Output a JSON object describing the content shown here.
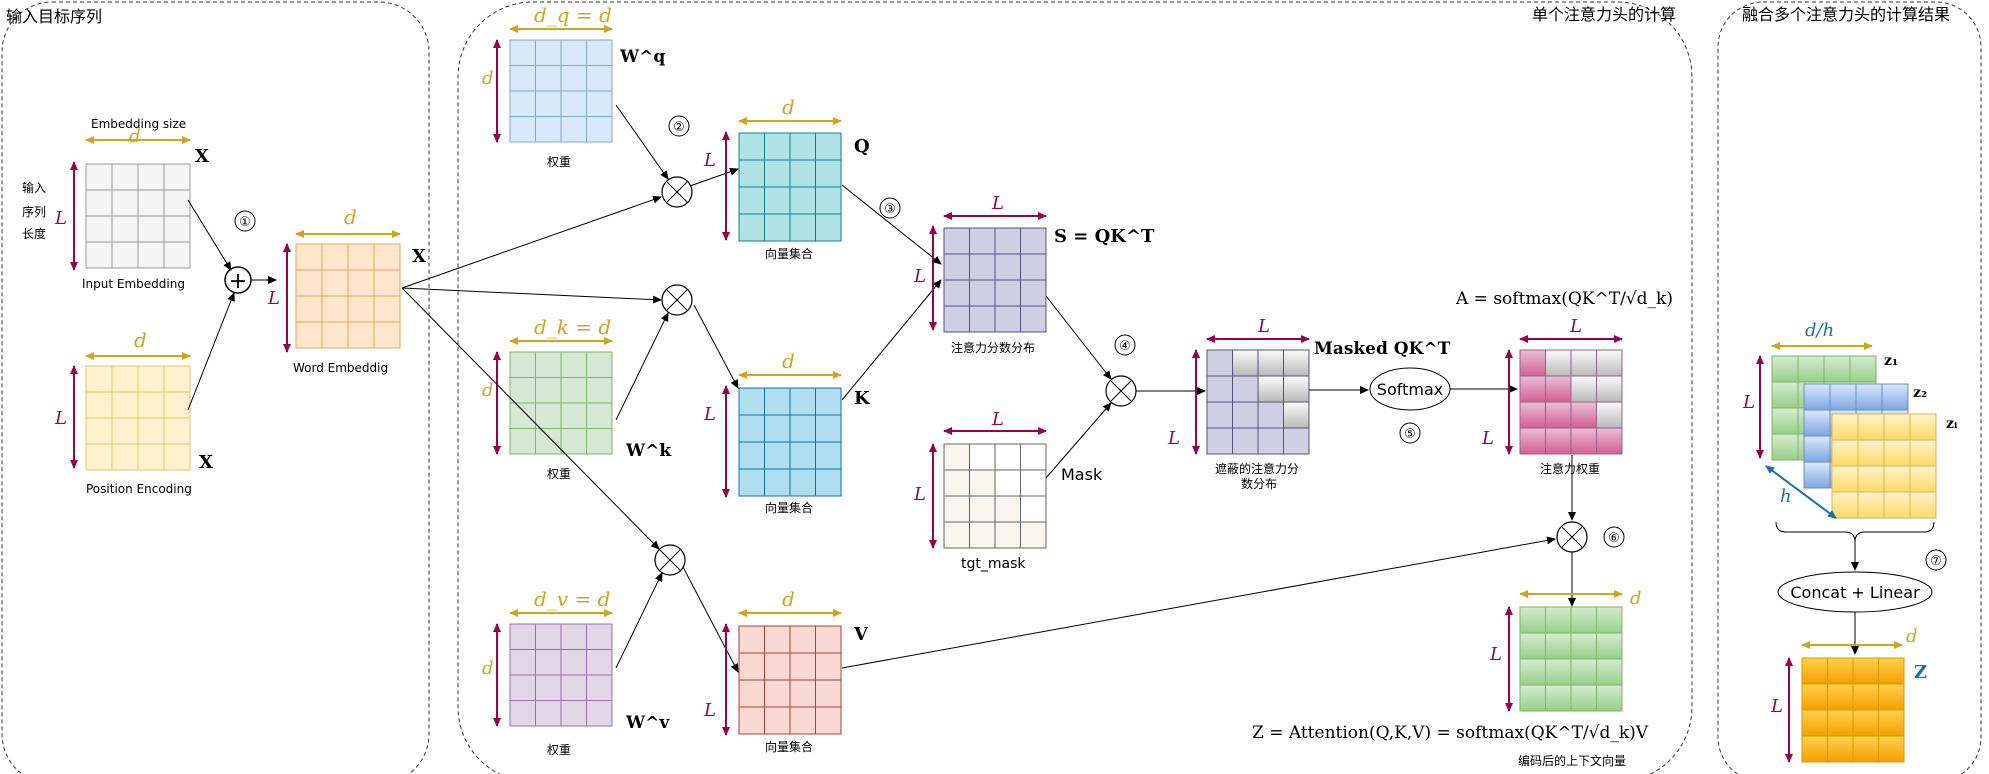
{
  "sections": {
    "input": "输入目标序列",
    "single_head": "单个注意力头的计算",
    "multi_head": "融合多个注意力头的计算结果"
  },
  "input_embedding": {
    "top_label": "Embedding size",
    "top_dim": "d",
    "side_label_lines": [
      "输入",
      "序列",
      "长度"
    ],
    "side_dim": "L",
    "caption": "Input Embedding",
    "symbol": "X"
  },
  "position_encoding": {
    "top_dim": "d",
    "side_dim": "L",
    "caption": "Position Encoding",
    "symbol": "X"
  },
  "word_embedding": {
    "top_dim": "d",
    "side_dim": "L",
    "caption": "Word Embeddig",
    "symbol": "X"
  },
  "weights": {
    "wq": {
      "top": "d_q = d",
      "side": "d",
      "symbol": "W^q",
      "caption": "权重"
    },
    "wk": {
      "top": "d_k = d",
      "side": "d",
      "symbol": "W^k",
      "caption": "权重"
    },
    "wv": {
      "top": "d_v = d",
      "side": "d",
      "symbol": "W^v",
      "caption": "权重"
    }
  },
  "vectors": {
    "q": {
      "top": "d",
      "side": "L",
      "symbol": "Q",
      "caption": "向量集合"
    },
    "k": {
      "top": "d",
      "side": "L",
      "symbol": "K",
      "caption": "向量集合"
    },
    "v": {
      "top": "d",
      "side": "L",
      "symbol": "V",
      "caption": "向量集合"
    }
  },
  "scores": {
    "top": "L",
    "side": "L",
    "formula": "S = QK^T",
    "caption": "注意力分数分布"
  },
  "mask": {
    "top": "L",
    "side": "L",
    "label": "Mask",
    "caption": "tgt_mask"
  },
  "masked_scores": {
    "top": "L",
    "side": "L",
    "formula": "Masked QK^T",
    "caption_lines": [
      "遮蔽的注意力分",
      "数分布"
    ]
  },
  "softmax": {
    "label": "Softmax"
  },
  "attn_weights": {
    "top": "L",
    "side": "L",
    "formula": "A = softmax(QK^T/√d_k)",
    "caption": "注意力权重"
  },
  "output": {
    "top": "d",
    "side": "L",
    "formula": "Z = Attention(Q,K,V) = softmax(QK^T/√d_k)V",
    "caption": "编码后的上下文向量"
  },
  "multi": {
    "top": "d/h",
    "side": "L",
    "diag": "h",
    "z_labels": [
      "z₁",
      "z₂",
      "zᵢ"
    ],
    "concat": "Concat + Linear",
    "final_top": "d",
    "final_side": "L",
    "final_symbol": "Z"
  },
  "steps": [
    "①",
    "②",
    "③",
    "④",
    "⑤",
    "⑥",
    "⑦"
  ],
  "colors": {
    "gold": "#d6a21e",
    "maroon": "#99004d",
    "blue_label": "#1a6fb0"
  }
}
